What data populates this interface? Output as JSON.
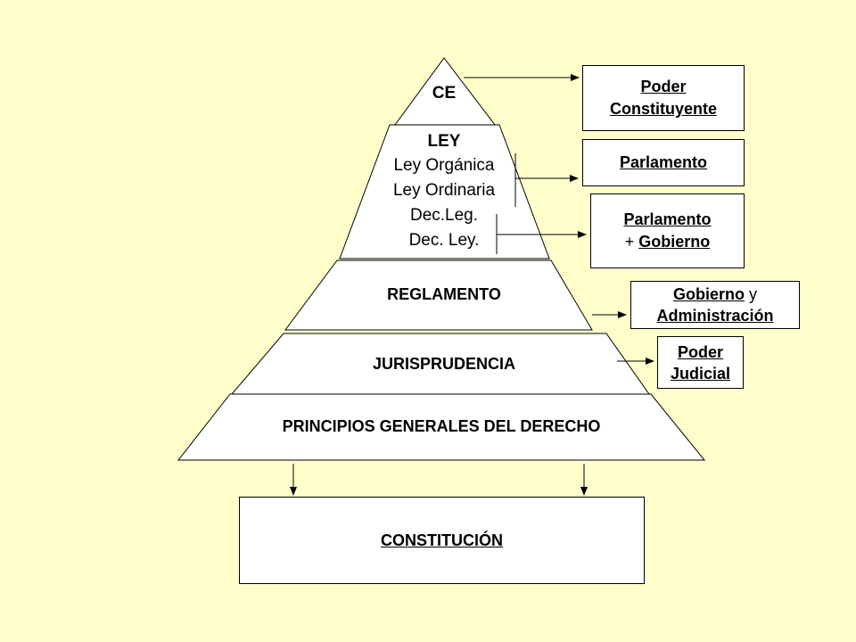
{
  "pyramid": {
    "ce": "CE",
    "ley": {
      "title": "LEY",
      "items": [
        "Ley Orgánica",
        "Ley Ordinaria",
        "Dec.Leg.",
        "Dec. Ley."
      ]
    },
    "reglamento": "REGLAMENTO",
    "jurisprudencia": "JURISPRUDENCIA",
    "principios": "PRINCIPIOS GENERALES DEL DERECHO"
  },
  "authorities": {
    "poder_constituyente": {
      "line1": "Poder",
      "line2": "Constituyente"
    },
    "parlamento": "Parlamento",
    "parlamento_gobierno": {
      "line1": "Parlamento",
      "plus": "+",
      "line2": "Gobierno"
    },
    "gobierno_admin": {
      "word1": "Gobierno",
      "conj": "y",
      "line2": "Administración"
    },
    "poder_judicial": {
      "line1": "Poder",
      "line2": "Judicial"
    }
  },
  "constitucion": "CONSTITUCIÓN",
  "colors": {
    "background": "#ffffcc",
    "box_fill": "#ffffff",
    "stroke": "#000000"
  }
}
